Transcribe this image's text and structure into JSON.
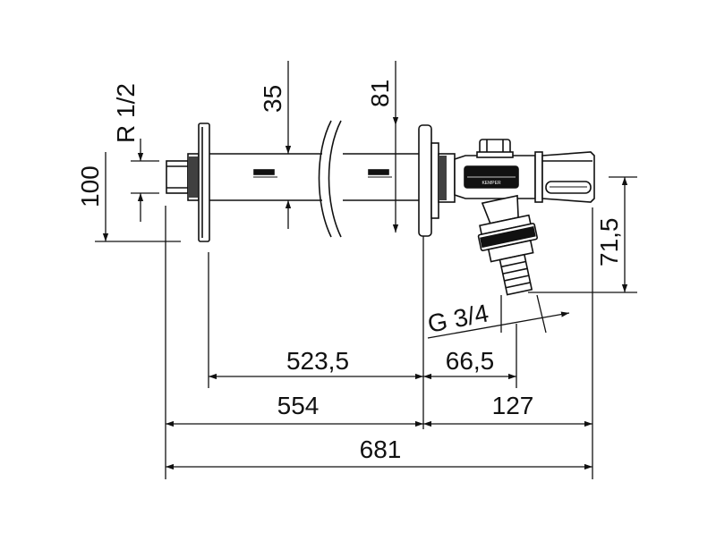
{
  "dimensions": {
    "thread_r": "R 1/2",
    "height_100": "100",
    "pipe_dia": "35",
    "flange_dia": "81",
    "valve_height": "71,5",
    "hose_thread": "G 3/4",
    "len_523": "523,5",
    "len_66": "66,5",
    "len_554": "554",
    "len_127": "127",
    "len_total": "681"
  },
  "brand": {
    "logo_text": "KEMPER"
  },
  "colors": {
    "stroke": "#111111",
    "background": "#ffffff"
  }
}
